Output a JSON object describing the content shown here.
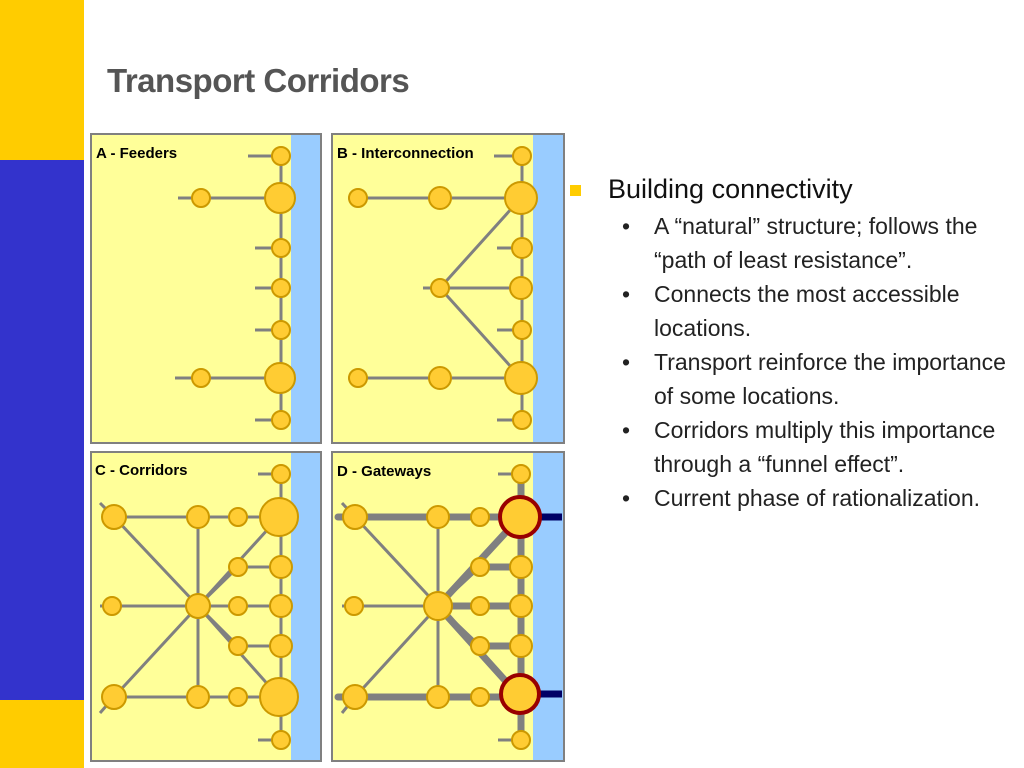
{
  "slide": {
    "title": "Transport Corridors",
    "colors": {
      "band_yellow": "#ffcc00",
      "band_blue": "#3333cc",
      "panel_fill": "#ffff99",
      "water": "#99ccff",
      "node": "#ffcc33",
      "node_outline": "#cc9900",
      "link": "#808080",
      "gateway_outline": "#990000",
      "gateway_link": "#000066"
    }
  },
  "panels": [
    {
      "label": "A - Feeders"
    },
    {
      "label": "B - Interconnection"
    },
    {
      "label": "C - Corridors"
    },
    {
      "label": "D - Gateways"
    }
  ],
  "bullets": {
    "main": "Building connectivity",
    "sub_marker": "•",
    "items": [
      "A “natural” structure; follows the “path of least resistance”.",
      "Connects the most accessible locations.",
      "Transport reinforce the importance of some locations.",
      "Corridors multiply this importance through a “funnel effect”.",
      "Current phase of rationalization."
    ]
  }
}
